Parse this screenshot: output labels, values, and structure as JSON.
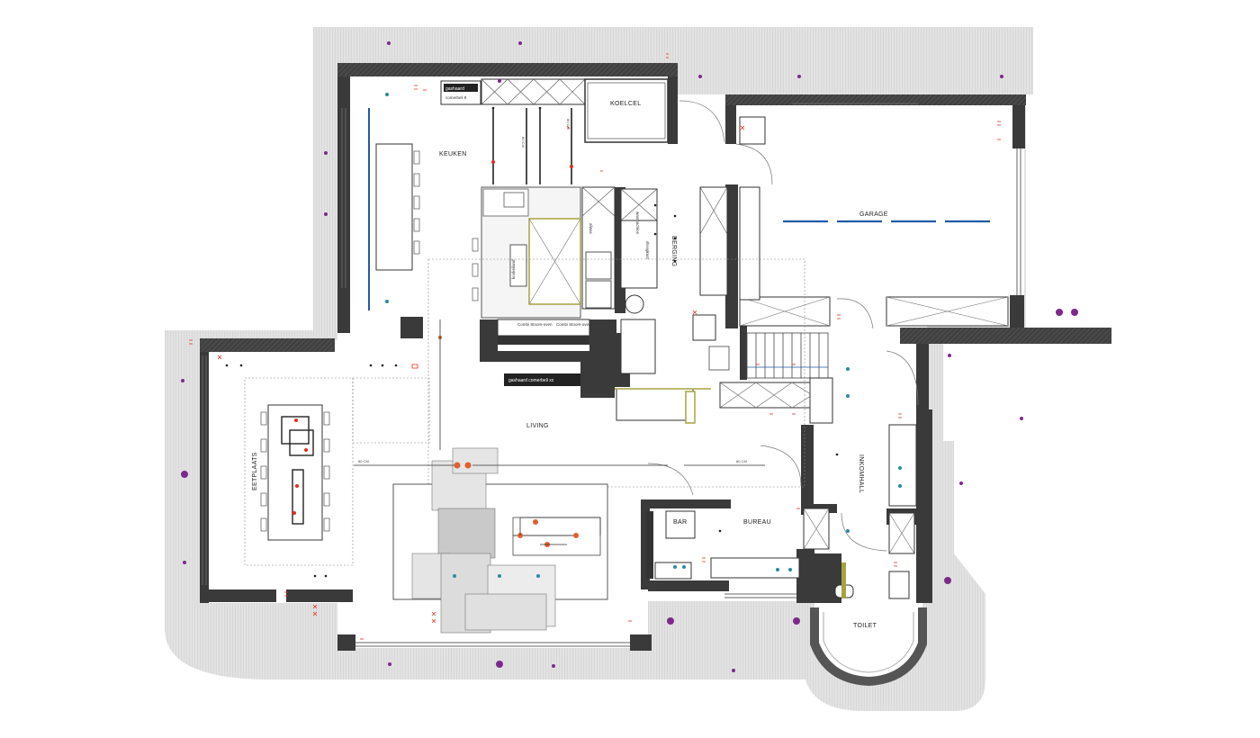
{
  "rooms": {
    "keuken": "KEUKEN",
    "koelcel": "KOELCEL",
    "garage": "GARAGE",
    "berging": "BERGING",
    "living": "LIVING",
    "eetplaats": "EETPLAATS",
    "inkomhall": "INKOMHALL",
    "bar": "BAR",
    "bureau": "BUREAU",
    "toilet": "TOILET"
  },
  "appliances": {
    "gashaard_top_line1": "gashaard",
    "gashaard_top_line2": "comerbeli 8",
    "gashaard_living": "gashaard comerbeli xx",
    "combi_stoom_oven": "Combi Stoom-oven",
    "combi_stoom_oven_2": "Combi Stoom-oven",
    "kookeiland": "kookeiland",
    "wasmachine": "wasmachine",
    "droogkast": "droogkast",
    "afwas": "afwas"
  },
  "dimensions": {
    "keuken_vertical": "80 CM",
    "living_left": "80 CM",
    "living_right": "80 CM",
    "keuken_right": "80 CM"
  },
  "colors": {
    "terrace": "#dcdcdc",
    "wall": "#3c3c3c",
    "accent_red": "#e0301e",
    "accent_blue": "#1f5aa8",
    "purple_dot": "#7b2a8a"
  }
}
